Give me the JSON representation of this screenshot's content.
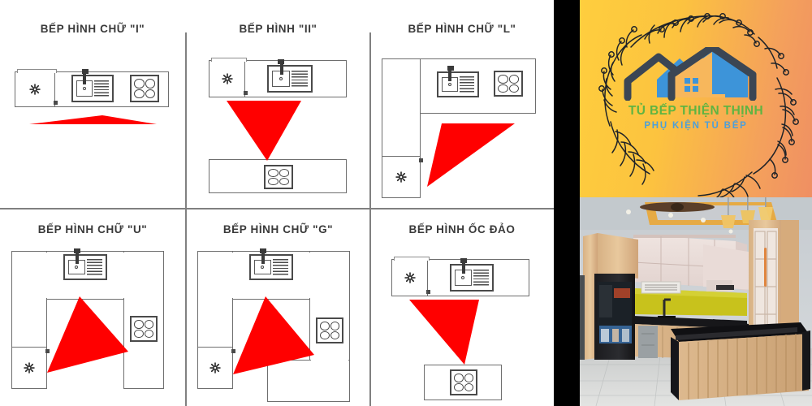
{
  "page": {
    "background_color": "#000000",
    "diagram_background": "#ffffff",
    "line_color": "#6e6e6e",
    "work_triangle_color": "#ff0000"
  },
  "diagram": {
    "layouts": [
      {
        "id": "i-shape",
        "title": "BẾP HÌNH CHỮ \"I\"",
        "appliances": [
          "refrigerator",
          "sink",
          "cooktop"
        ],
        "shape": "single-line"
      },
      {
        "id": "ii-shape",
        "title": "BẾP HÌNH  \"II\"",
        "appliances": [
          "refrigerator",
          "sink",
          "cooktop"
        ],
        "shape": "galley"
      },
      {
        "id": "l-shape",
        "title": "BẾP HÌNH  CHỮ \"L\"",
        "appliances": [
          "refrigerator",
          "sink",
          "cooktop"
        ],
        "shape": "l-shaped"
      },
      {
        "id": "u-shape",
        "title": "BẾP HÌNH  CHỮ \"U\"",
        "appliances": [
          "refrigerator",
          "sink",
          "cooktop"
        ],
        "shape": "u-shaped"
      },
      {
        "id": "g-shape",
        "title": "BẾP HÌNH  CHỮ \"G\"",
        "appliances": [
          "refrigerator",
          "sink",
          "cooktop"
        ],
        "shape": "g-shaped"
      },
      {
        "id": "island",
        "title": "BẾP HÌNH  ỐC ĐẢO",
        "appliances": [
          "refrigerator",
          "sink",
          "cooktop"
        ],
        "shape": "island"
      }
    ]
  },
  "logo": {
    "brand_name": "TỦ BẾP THIỆN THỊNH",
    "tagline": "PHỤ KIỆN TỦ BẾP",
    "brand_color": "#5fb442",
    "tagline_color": "#4d9fd8",
    "house_roof_color": "#3b4654",
    "house_fill_color": "#3d94d9",
    "background_gradient": [
      "#fece3e",
      "#ef8f63"
    ]
  },
  "photo": {
    "caption": "modern-kitchen-interior-photo"
  }
}
